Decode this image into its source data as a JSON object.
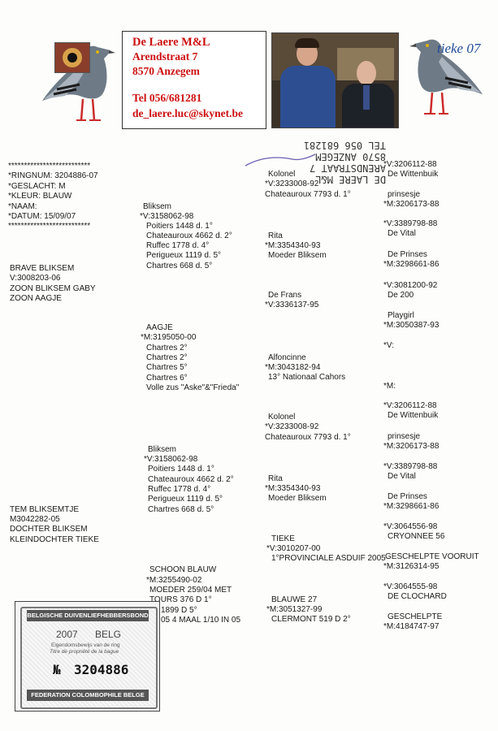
{
  "header": {
    "name": "De Laere M&L",
    "street": "Arendstraat 7",
    "city": "8570 Anzegem",
    "tel": "Tel 056/681281",
    "email": "de_laere.luc@skynet.be"
  },
  "pigeon_name_title": "tieke 07",
  "stamp": {
    "line1": "DE LAERE M&L",
    "line2": "ARENDSTRAAT 7",
    "line3": "8570 ANZEGEM",
    "line4": "TEL 056 681281"
  },
  "subject": {
    "stars_top": "**************************",
    "ringnum": "*RINGNUM:   3204886-07",
    "geslacht": "*GESLACHT: M",
    "kleur": "*KLEUR: BLAUW",
    "naam": "*NAAM:",
    "datum": "*DATUM:   15/09/07",
    "stars_bottom": "**************************"
  },
  "father": {
    "note": [
      "BRAVE BLIKSEM",
      "V:3008203-06",
      "ZOON BLIKSEM GABY",
      "ZOON AAGJE"
    ],
    "sire": {
      "lines": [
        "Bliksem",
        "*V:3158062-98",
        "Poitiers     1448  d.  1°",
        "Chateauroux 4662  d.  2°",
        "Ruffec      1778  d.  4°",
        "Perigueux    1119  d.  5°",
        "Chartres     668  d.  5°"
      ],
      "sire": {
        "lines": [
          "Kolonel",
          "*V:3233008-92",
          "Chateauroux  7793  d.  1°"
        ],
        "sire": [
          "*V:3206112-88",
          "De Wittenbuik"
        ],
        "dam": [
          "prinsesje",
          "*M:3206173-88"
        ]
      },
      "dam": {
        "lines": [
          "Rita",
          "*M:3354340-93",
          "Moeder Bliksem"
        ],
        "sire": [
          "*V:3389798-88",
          "De Vital"
        ],
        "dam": [
          "De Prinses",
          "*M:3298661-86"
        ]
      }
    },
    "dam": {
      "lines": [
        "AAGJE",
        "*M:3195050-00",
        "Chartres  2°",
        "Chartres  2°",
        "Chartres  5°",
        "Chartres  6°",
        "Volle zus \"Aske\"&\"Frieda\""
      ],
      "sire": {
        "lines": [
          "De Frans",
          "*V:3336137-95"
        ],
        "sire": [
          "*V:3081200-92",
          "De 200"
        ],
        "dam": [
          "Playgirl",
          "*M:3050387-93"
        ]
      },
      "dam": {
        "lines": [
          "Alfoncinne",
          "*M:3043182-94",
          "13° Nationaal Cahors"
        ],
        "sire": [
          "*V:"
        ],
        "dam": [
          "*M:"
        ]
      }
    }
  },
  "mother": {
    "note": [
      "TEM BLIKSEMTJE",
      "M3042282-05",
      "DOCHTER BLIKSEM",
      "KLEINDOCHTER TIEKE"
    ],
    "sire": {
      "lines": [
        "Bliksem",
        "*V:3158062-98",
        "Poitiers     1448  d.  1°",
        "Chateauroux 4662  d.  2°",
        "Ruffec      1778  d.  4°",
        "Perigueux    1119  d.  5°",
        "Chartres     668  d.  5°"
      ],
      "sire": {
        "lines": [
          "Kolonel",
          "*V:3233008-92",
          "Chateauroux  7793  d.  1°"
        ],
        "sire": [
          "*V:3206112-88",
          "De Wittenbuik"
        ],
        "dam": [
          "prinsesje",
          "*M:3206173-88"
        ]
      },
      "dam": {
        "lines": [
          "Rita",
          "*M:3354340-93",
          "Moeder Bliksem"
        ],
        "sire": [
          "*V:3389798-88",
          "De Vital"
        ],
        "dam": [
          "De Prinses",
          "*M:3298661-86"
        ]
      }
    },
    "dam": {
      "lines": [
        "SCHOON BLAUW",
        "*M:3255490-02",
        "MOEDER 259/04 MET",
        "TOURS  376  D   1°",
        "1899  D   5°",
        "05  4 MAAL 1/10 IN 05"
      ],
      "sire": {
        "lines": [
          "TIEKE",
          "*V:3010207-00",
          "1°PROVINCIALE ASDUIF 2005"
        ],
        "sire": [
          "*V:3064556-98",
          "CRYONNEE 56"
        ],
        "dam": [
          "GESCHELPTE VOORUIT",
          "*M:3126314-95"
        ]
      },
      "dam": {
        "lines": [
          "BLAUWE 27",
          "*M:3051327-99",
          "CLERMONT          519  D   2°"
        ],
        "sire": [
          "*V:3064555-98",
          "DE CLOCHARD"
        ],
        "dam": [
          "GESCHELPTE",
          "*M:4184747-97"
        ]
      }
    }
  },
  "ring_card": {
    "org_nl": "BELGISCHE DUIVENLIEFHEBBERSBOND",
    "year": "2007",
    "country": "BELG",
    "ownership_nl": "Eigendomsbewijs van de ring",
    "ownership_fr": "Titre de propriété de la bague",
    "number_prefix": "№",
    "number": "3204886",
    "org_fr": "FEDERATION COLOMBOPHILE BELGE"
  },
  "colors": {
    "header_red": "#cc1010",
    "title_blue": "#1f4a9a"
  }
}
